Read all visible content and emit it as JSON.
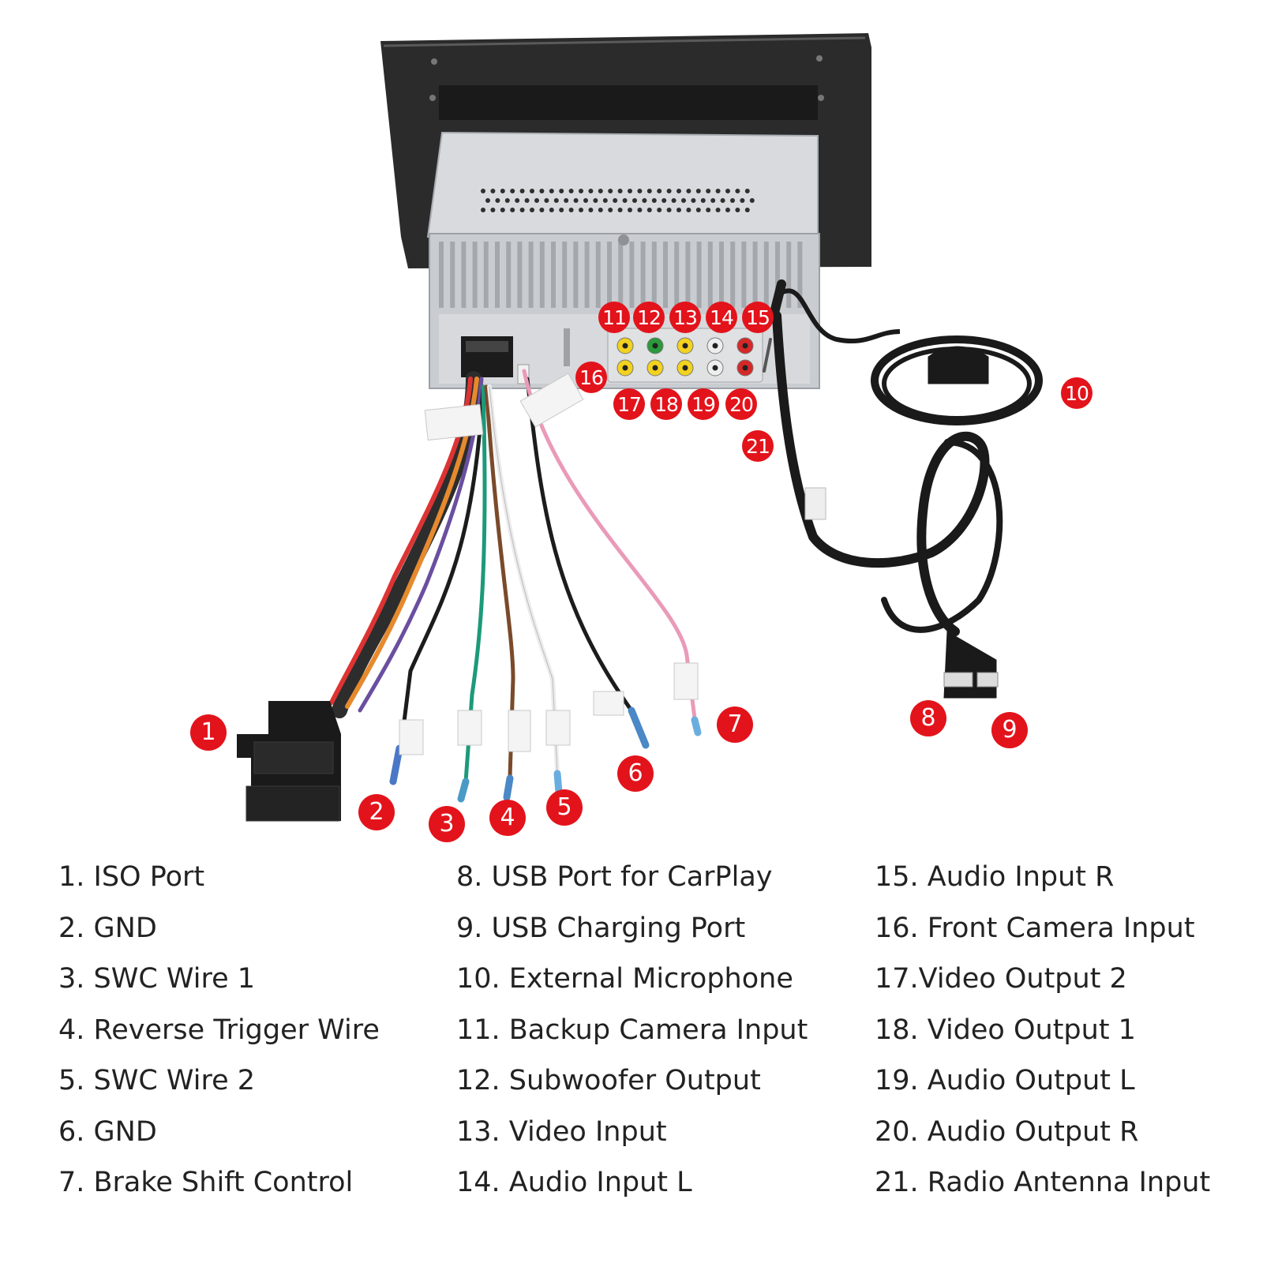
{
  "markers": [
    "1",
    "2",
    "3",
    "4",
    "5",
    "6",
    "7",
    "8",
    "9",
    "10",
    "11",
    "12",
    "13",
    "14",
    "15",
    "16",
    "17",
    "18",
    "19",
    "20",
    "21"
  ],
  "labels": {
    "col1": [
      "1. ISO Port",
      "2. GND",
      "3. SWC Wire 1",
      "4. Reverse Trigger Wire",
      "5. SWC Wire 2",
      "6. GND",
      "7. Brake Shift Control"
    ],
    "col2": [
      "8. USB Port for CarPlay",
      "9. USB Charging Port",
      "10. External Microphone",
      "11. Backup Camera Input",
      "12. Subwoofer Output",
      "13. Video Input",
      "14. Audio Input L"
    ],
    "col3": [
      "15. Audio Input R",
      "16. Front Camera Input",
      "17.Video Output 2",
      "18. Video Output 1",
      "19. Audio Output L",
      "20. Audio Output R",
      "21. Radio Antenna Input"
    ]
  },
  "colors": {
    "marker": "#e3131b",
    "screen": "#2b2b2b",
    "chassis": "#c9ccd0",
    "cable": "#1c1c1c"
  }
}
